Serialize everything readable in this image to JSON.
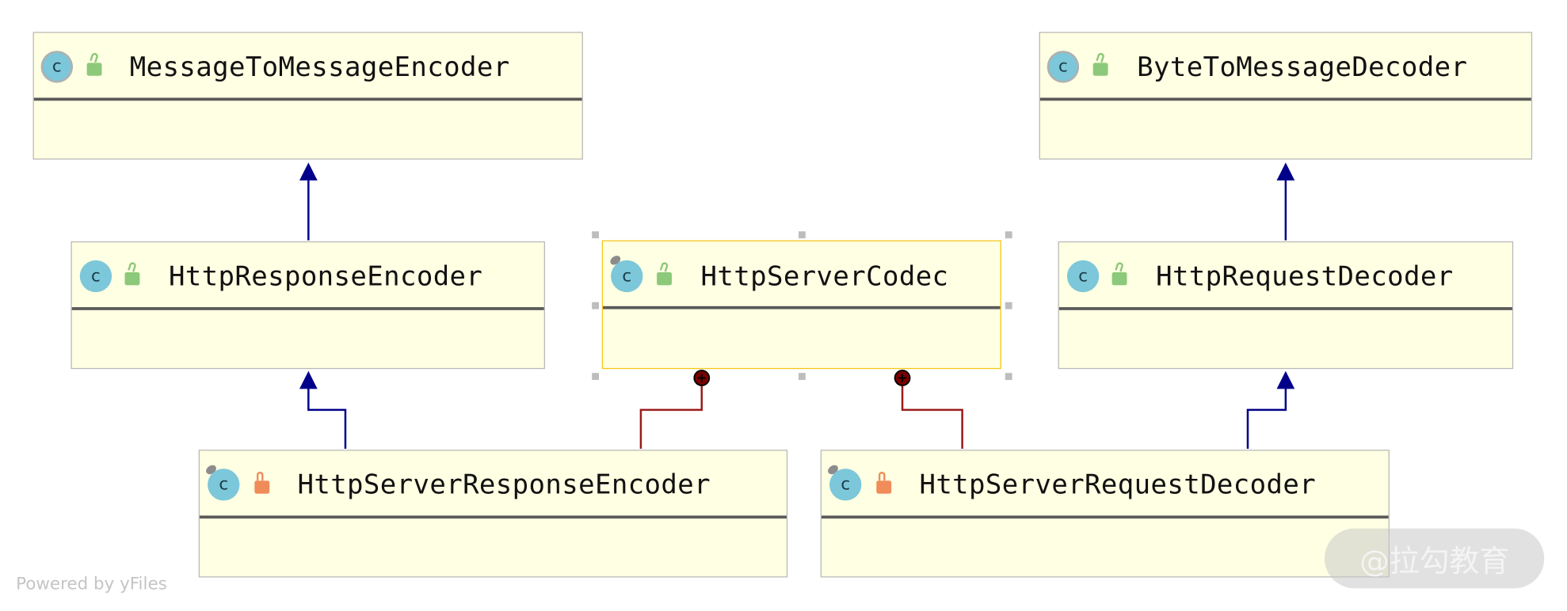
{
  "nodes": {
    "mtm_encoder": {
      "name": "MessageToMessageEncoder",
      "kind": "abstract-class",
      "visibility": "public"
    },
    "btm_decoder": {
      "name": "ByteToMessageDecoder",
      "kind": "abstract-class",
      "visibility": "public"
    },
    "response_encoder": {
      "name": "HttpResponseEncoder",
      "kind": "class",
      "visibility": "public"
    },
    "server_codec": {
      "name": "HttpServerCodec",
      "kind": "static-class",
      "visibility": "public",
      "selected": true
    },
    "request_decoder": {
      "name": "HttpRequestDecoder",
      "kind": "class",
      "visibility": "public"
    },
    "server_response_encoder": {
      "name": "HttpServerResponseEncoder",
      "kind": "static-class",
      "visibility": "private"
    },
    "server_request_decoder": {
      "name": "HttpServerRequestDecoder",
      "kind": "static-class",
      "visibility": "private"
    }
  },
  "edges": [
    {
      "from": "response_encoder",
      "to": "mtm_encoder",
      "type": "extends",
      "color": "#00008b"
    },
    {
      "from": "request_decoder",
      "to": "btm_decoder",
      "type": "extends",
      "color": "#00008b"
    },
    {
      "from": "server_response_encoder",
      "to": "response_encoder",
      "type": "extends",
      "color": "#00008b"
    },
    {
      "from": "server_request_decoder",
      "to": "request_decoder",
      "type": "extends",
      "color": "#00008b"
    },
    {
      "from": "server_response_encoder",
      "to": "server_codec",
      "type": "inner-class",
      "color": "#9b1c1c"
    },
    {
      "from": "server_request_decoder",
      "to": "server_codec",
      "type": "inner-class",
      "color": "#9b1c1c"
    }
  ],
  "colors": {
    "node_fill": "#ffffe3",
    "selected_border": "#f5c518",
    "extends_line": "#00008b",
    "inner_line": "#9b1c1c",
    "class_icon": "#7cc7d9",
    "public_lock": "#8cc97a",
    "private_lock": "#f08c5a"
  },
  "footer": "Powered by yFiles",
  "watermark": "@拉勾教育"
}
